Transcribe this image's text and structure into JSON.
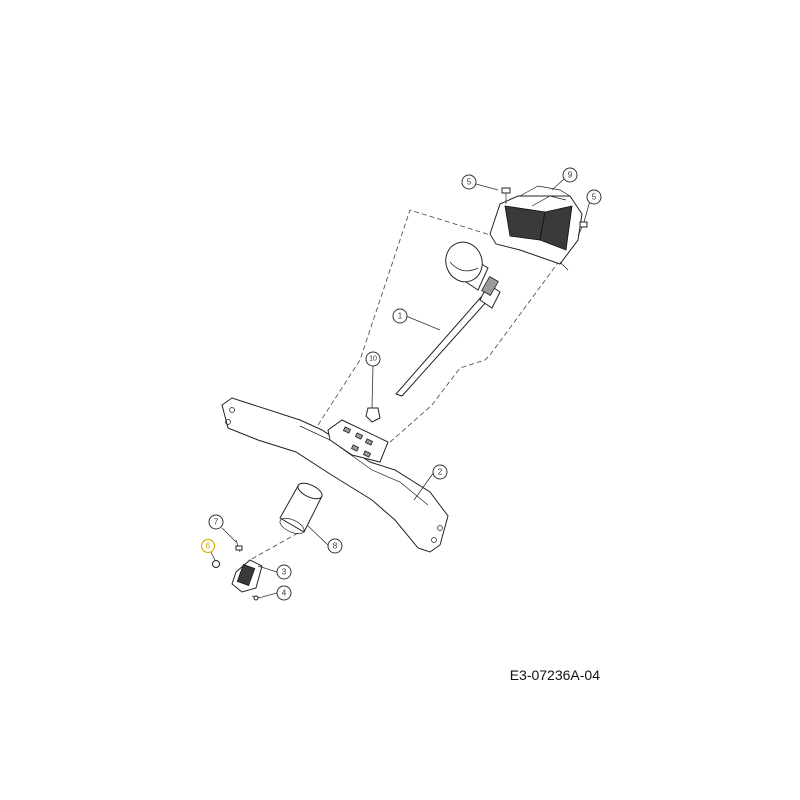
{
  "drawing_number": "E3-07236A-04",
  "callouts": [
    {
      "id": "callout-1",
      "label": "1"
    },
    {
      "id": "callout-2",
      "label": "2"
    },
    {
      "id": "callout-3",
      "label": "3"
    },
    {
      "id": "callout-4",
      "label": "4"
    },
    {
      "id": "callout-5a",
      "label": "5"
    },
    {
      "id": "callout-5b",
      "label": "5"
    },
    {
      "id": "callout-6",
      "label": "6",
      "highlight": true
    },
    {
      "id": "callout-7",
      "label": "7"
    },
    {
      "id": "callout-8",
      "label": "8"
    },
    {
      "id": "callout-9",
      "label": "9"
    },
    {
      "id": "callout-10",
      "label": "10"
    }
  ],
  "colors": {
    "line": "#222222",
    "highlight": "#e0b000",
    "background": "#ffffff"
  }
}
